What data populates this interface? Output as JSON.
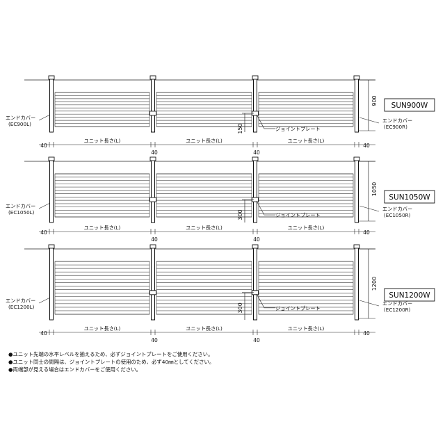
{
  "panels": [
    {
      "model": "SUN900W",
      "height_dim": "900",
      "joint_dim": "150",
      "left_cover": [
        "エンドカバー",
        "(EC900L)"
      ],
      "right_cover": [
        "エンドカバー",
        "(EC900R)"
      ],
      "joint_label": "ジョイントプレート",
      "unit_labels": [
        "ユニット長さ(L)",
        "ユニット長さ(L)",
        "ユニット長さ(L)"
      ],
      "gap_labels": [
        "40",
        "40",
        "40",
        "40"
      ],
      "slat_count": 12
    },
    {
      "model": "SUN1050W",
      "height_dim": "1050",
      "joint_dim": "300",
      "left_cover": [
        "エンドカバー",
        "(EC1050L)"
      ],
      "right_cover": [
        "エンドカバー",
        "(EC1050R)"
      ],
      "joint_label": "ジョイントプレート",
      "unit_labels": [
        "ユニット長さ(L)",
        "ユニット長さ(L)",
        "ユニット長さ(L)"
      ],
      "gap_labels": [
        "40",
        "40",
        "40",
        "40"
      ],
      "slat_count": 14
    },
    {
      "model": "SUN1200W",
      "height_dim": "1200",
      "joint_dim": "300",
      "left_cover": [
        "エンドカバー",
        "(EC1200L)"
      ],
      "right_cover": [
        "エンドカバー",
        "(EC1200R)"
      ],
      "joint_label": "ジョイントプレート",
      "unit_labels": [
        "ユニット長さ(L)",
        "ユニット長さ(L)",
        "ユニット長さ(L)"
      ],
      "gap_labels": [
        "40",
        "40",
        "40",
        "40"
      ],
      "slat_count": 16
    }
  ],
  "notes": [
    "●ユニット先端の水平レベルを揃えるため、必ずジョイントプレートをご使用ください。",
    "●ユニット同士の間隔は、ジョイントプレートの使用のため、必ず40㎜としてください。",
    "●両端部が見える場合はエンドカバーをご使用ください。"
  ]
}
